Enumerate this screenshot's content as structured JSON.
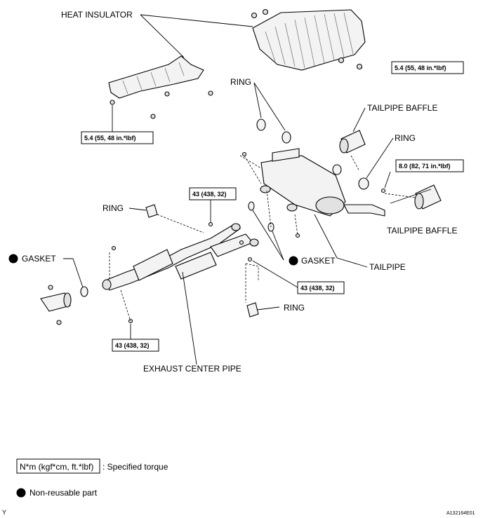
{
  "labels": {
    "heat_insulator": "HEAT INSULATOR",
    "ring_top": "RING",
    "tailpipe_baffle_top": "TAILPIPE BAFFLE",
    "ring_right": "RING",
    "tailpipe_baffle_right": "TAILPIPE BAFFLE",
    "ring_left": "RING",
    "gasket_left": "GASKET",
    "gasket_mid": "GASKET",
    "tailpipe": "TAILPIPE",
    "ring_bottom": "RING",
    "exhaust_center_pipe": "EXHAUST CENTER PIPE"
  },
  "torques": {
    "insulator_rear": "5.4 (55, 48 in.*lbf)",
    "insulator_front": "5.4 (55, 48 in.*lbf)",
    "baffle": "8.0 (82, 71 in.*lbf)",
    "center_upper": "43 (438, 32)",
    "center_right": "43 (438, 32)",
    "center_lower": "43 (438, 32)"
  },
  "legend": {
    "torque_unit": "N*m (kgf*cm, ft.*lbf)",
    "torque_desc": ": Specified torque",
    "nonreusable_desc": "Non-reusable part"
  },
  "corner_marks": {
    "left": "Y",
    "right": "A132164E01"
  }
}
